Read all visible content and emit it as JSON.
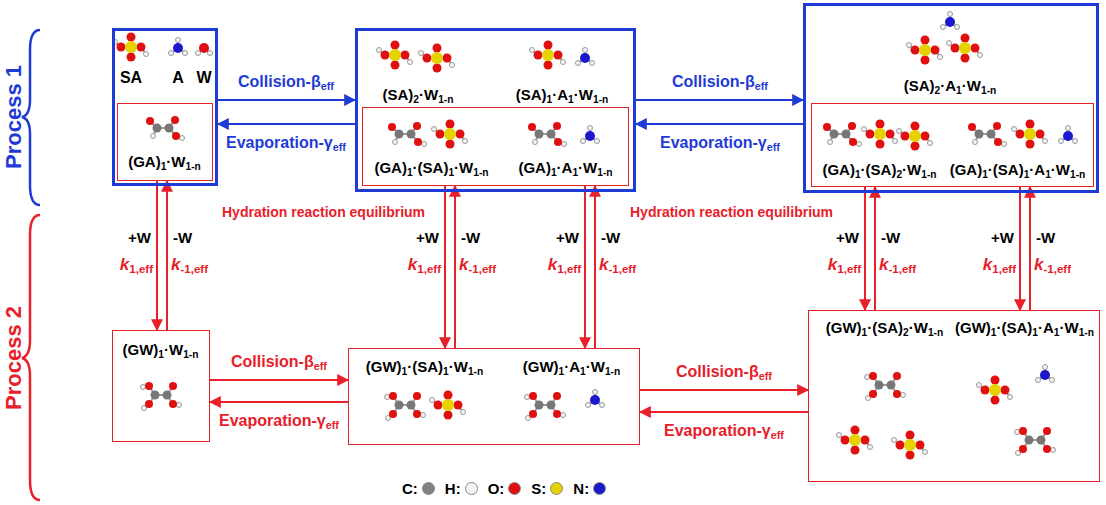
{
  "diagram": {
    "nodes": [
      {
        "text": [
          "SA",
          "A",
          "W"
        ]
      },
      {
        "text": [
          "(GA)1·W1-n"
        ],
        "in": 0
      },
      {
        "text": [
          "(SA)2·W1-n",
          "(SA)1·A1·W1-n"
        ]
      },
      {
        "text": [
          "(GA)1·(SA)1·W1-n",
          "(GA)1·A1·W1-n"
        ],
        "in": 2
      },
      {
        "text": [
          "(SA)2·A1·W1-n"
        ]
      },
      {
        "text": [
          "(GA)1·(SA)2·W1-n",
          "(GA)1·(SA)1·A1·W1-n"
        ],
        "in": 4
      },
      {
        "text": [
          "(GW)1·W1-n"
        ]
      },
      {
        "text": [
          "(GW)1·(SA)1·W1-n",
          "(GW)1·A1·W1-n"
        ]
      },
      {
        "text": [
          "(GW)1·(SA)2·W1-n",
          "(GW)1·(SA)1·A1·W1-n"
        ]
      }
    ],
    "edges": [
      {
        "from": 0,
        "to": 2,
        "label": "Collision-βeff",
        "arrow": "to"
      },
      {
        "from": 2,
        "to": 0,
        "label": "Evaporation-γeff",
        "arrow": "to"
      },
      {
        "from": 2,
        "to": 4,
        "label": "Collision-βeff",
        "arrow": "to"
      },
      {
        "from": 4,
        "to": 2,
        "label": "Evaporation-γeff",
        "arrow": "to"
      },
      {
        "from": 6,
        "to": 7,
        "label": "Collision-βeff",
        "arrow": "to"
      },
      {
        "from": 7,
        "to": 6,
        "label": "Evaporation-γeff",
        "arrow": "to"
      },
      {
        "from": 7,
        "to": 8,
        "label": "Collision-βeff",
        "arrow": "to"
      },
      {
        "from": 8,
        "to": 7,
        "label": "Evaporation-γeff",
        "arrow": "to"
      },
      {
        "from": 1,
        "to": 6,
        "label": "+W",
        "arrow": "to"
      },
      {
        "from": 6,
        "to": 1,
        "label": "-W",
        "arrow": "to"
      },
      {
        "from": 3,
        "to": 7,
        "label": "+W",
        "arrow": "to"
      },
      {
        "from": 7,
        "to": 3,
        "label": "-W",
        "arrow": "to"
      },
      {
        "from": 3,
        "to": 7,
        "label": "+W",
        "arrow": "to"
      },
      {
        "from": 7,
        "to": 3,
        "label": "-W",
        "arrow": "to"
      },
      {
        "from": 5,
        "to": 8,
        "label": "+W",
        "arrow": "to"
      },
      {
        "from": 8,
        "to": 5,
        "label": "-W",
        "arrow": "to"
      },
      {
        "from": 5,
        "to": 8,
        "label": "+W",
        "arrow": "to"
      },
      {
        "from": 8,
        "to": 5,
        "label": "-W",
        "arrow": "to"
      }
    ],
    "labels": [
      "Process 1",
      "Process 2",
      "Hydration reaction equilibrium",
      "k1,eff",
      "k-1,eff",
      "Hydration reaction equilibrium",
      "k1,eff",
      "k-1,eff",
      "k1,eff",
      "k-1,eff",
      "k1,eff",
      "k-1,eff",
      "k1,eff",
      "k-1,eff"
    ],
    "legend": [
      {
        "text": "C:",
        "color": "#808080"
      },
      {
        "text": "H:",
        "color": "#f4f4f4"
      },
      {
        "text": "O:",
        "color": "#e01010"
      },
      {
        "text": "S:",
        "color": "#e6d200"
      },
      {
        "text": "N:",
        "color": "#1a1acc"
      }
    ]
  }
}
